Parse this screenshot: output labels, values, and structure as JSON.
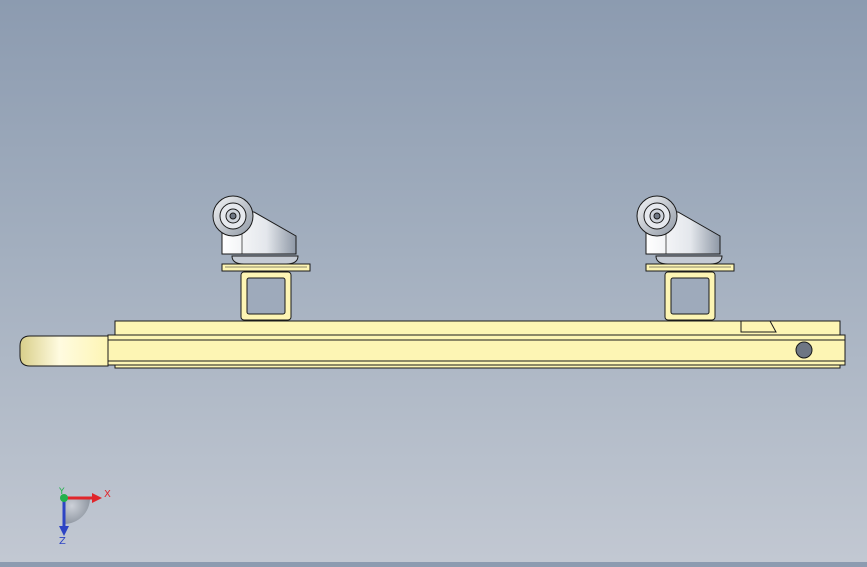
{
  "axis_triad": {
    "x_label": "X",
    "y_label": "Y",
    "z_label": "Z",
    "x_color": "#e0262b",
    "y_color": "#22b14c",
    "z_color": "#2d44c4"
  },
  "colors": {
    "beam_fill": "#fdf5b4",
    "beam_stroke": "#1a1a1a",
    "caster_body": "#e8ebf0",
    "caster_shadow": "#9aa4b2"
  },
  "model": {
    "caster_count": 2
  }
}
